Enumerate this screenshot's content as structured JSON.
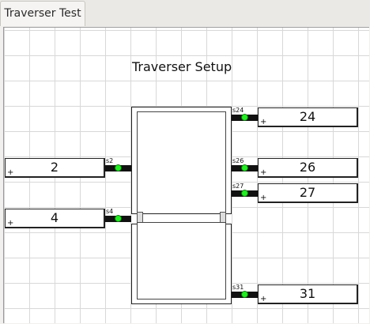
{
  "tab": {
    "label": "Traverser Test"
  },
  "panel": {
    "title": "Traverser Setup"
  },
  "colors": {
    "led_active": "#22ee22",
    "track": "#111111",
    "grid": "#d8d8d8"
  },
  "sensors_left": [
    {
      "id": "s2",
      "value": "2",
      "plus": "+"
    },
    {
      "id": "s4",
      "value": "4",
      "plus": "+"
    }
  ],
  "sensors_right": [
    {
      "id": "s24",
      "value": "24",
      "plus": "+"
    },
    {
      "id": "s26",
      "value": "26",
      "plus": "+"
    },
    {
      "id": "s27",
      "value": "27",
      "plus": "+"
    },
    {
      "id": "s31",
      "value": "31",
      "plus": "+"
    }
  ]
}
